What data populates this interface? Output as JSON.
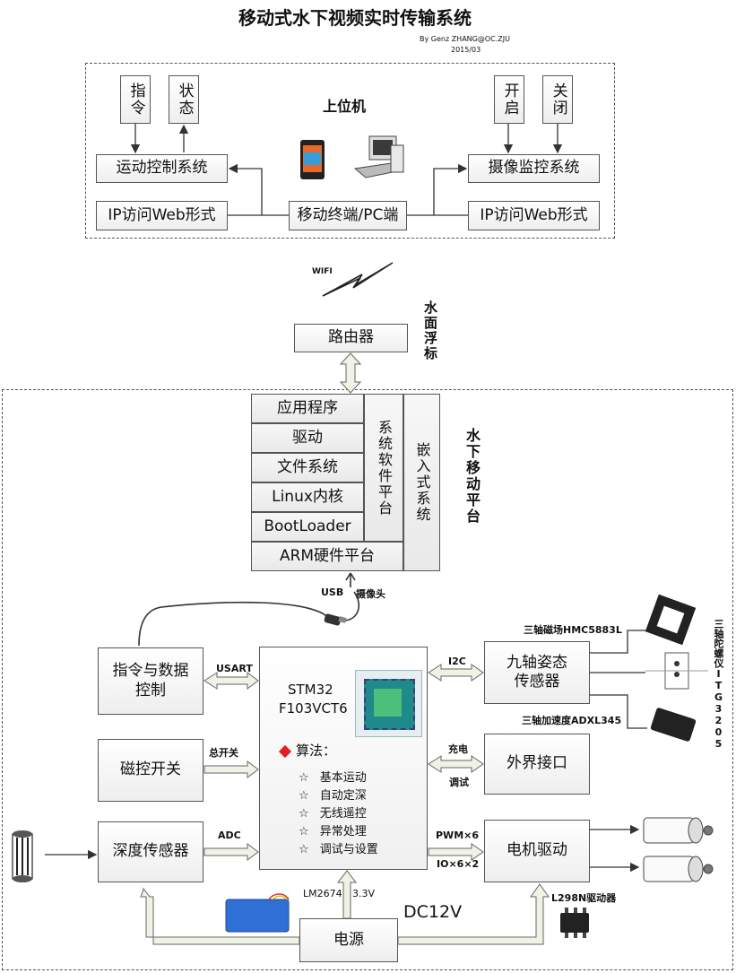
{
  "title": "移动式水下视频实时传输系统",
  "author": "By Genz ZHANG@OC.ZJU",
  "date": "2015/03",
  "upper": {
    "title": "上位机",
    "cmd": "指令",
    "status": "状态",
    "open": "开启",
    "close": "关闭",
    "motion_ctrl": "运动控制系统",
    "camera_monitor": "摄像监控系统",
    "ip_web_left": "IP访问Web形式",
    "ip_web_right": "IP访问Web形式",
    "terminal": "移动终端/PC端"
  },
  "wifi": "WIFI",
  "router": "路由器",
  "surface_buoy": "水面浮标",
  "platform_label": "水下移动平台",
  "software_stack": {
    "items": [
      "应用程序",
      "驱动",
      "文件系统",
      "Linux内核",
      "BootLoader"
    ],
    "arm_hw": "ARM硬件平台",
    "system_sw": "系统软件平台",
    "embedded": "嵌入式系统"
  },
  "usb": "USB",
  "camera": "摄像头",
  "cmd_data": "指令与数据控制",
  "usart": "USART",
  "mcu": {
    "line1": "STM32",
    "line2": "F103VCT6",
    "algo_title": "算法：",
    "algos": [
      "基本运动",
      "自动定深",
      "无线遥控",
      "异常处理",
      "调试与设置"
    ]
  },
  "i2c": "I2C",
  "nine_axis": "九轴姿态传感器",
  "mag": "三轴磁场HMC5883L",
  "gyro": "三轴陀螺仪ITG3205",
  "accel": "三轴加速度ADXL345",
  "mag_switch": "磁控开关",
  "main_switch": "总开关",
  "charge": "充电",
  "debug": "调试",
  "ext_iface": "外界接口",
  "depth_sensor": "深度传感器",
  "adc": "ADC",
  "pwm": "PWM×6",
  "io": "IO×6×2",
  "motor_drive": "电机驱动",
  "l298n": "L298N驱动器",
  "lm2674": "LM2674",
  "v33": "3.3V",
  "dc12v": "DC12V",
  "power": "电源",
  "colors": {
    "arrow_fill": "#eef3e6",
    "mcu_chip": "#1f8a8a",
    "battery": "#2f6fd6"
  }
}
